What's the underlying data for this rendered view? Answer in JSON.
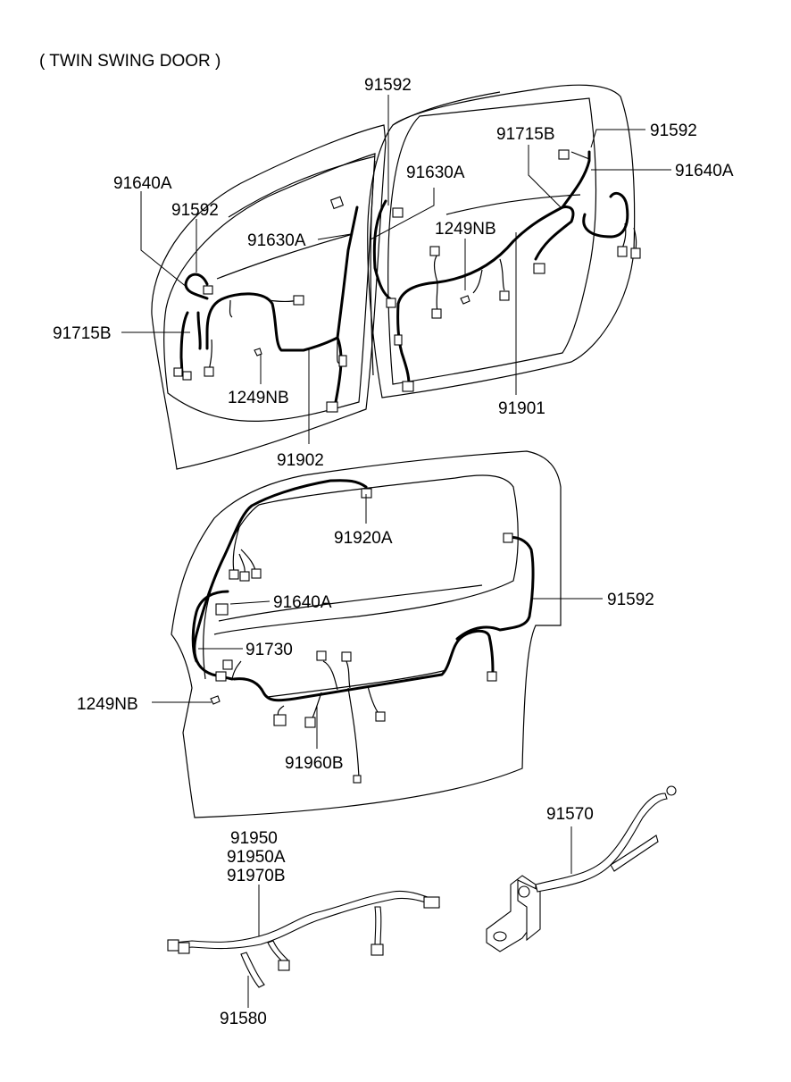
{
  "title": "( TWIN SWING DOOR )",
  "labels": {
    "top_right_91592": "91592",
    "right_91715b": "91715B",
    "right_91592": "91592",
    "right_91640a": "91640A",
    "right_91630a": "91630A",
    "right_1249nb": "1249NB",
    "right_91901": "91901",
    "left_91640a": "91640A",
    "left_91592": "91592",
    "left_91630a": "91630A",
    "left_91715b": "91715B",
    "left_1249nb": "1249NB",
    "left_91902": "91902",
    "tail_91920a": "91920A",
    "tail_91640a": "91640A",
    "tail_91592": "91592",
    "tail_91730": "91730",
    "tail_1249nb": "1249NB",
    "tail_91960b": "91960B",
    "floor_91950": "91950",
    "floor_91950a": "91950A",
    "floor_91970b": "91970B",
    "floor_91580": "91580",
    "ground_91570": "91570"
  }
}
